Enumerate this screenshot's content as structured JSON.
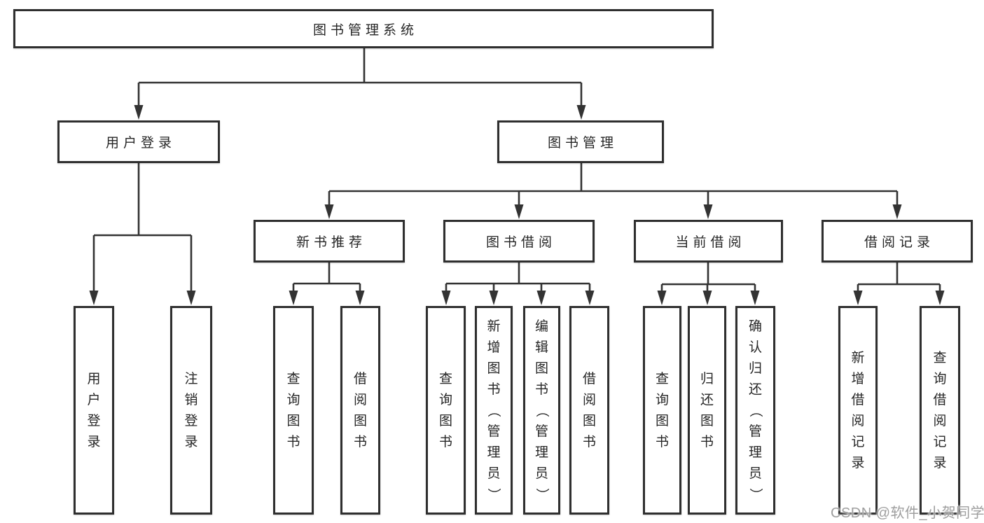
{
  "page": {
    "background": "#ffffff"
  },
  "style": {
    "line_color": "#333333",
    "border_color": "#2f2f2f",
    "text_color": "#262626"
  },
  "watermark": {
    "text": "CSDN @软件_小贺同学",
    "color": "#9e9e9e"
  },
  "tree": {
    "root": {
      "label": "图书管理系统"
    },
    "branches": [
      {
        "label": "用户登录",
        "children": [
          {
            "label": "用户登录"
          },
          {
            "label": "注销登录"
          }
        ]
      },
      {
        "label": "图书管理",
        "children": [
          {
            "label": "新书推荐",
            "children": [
              {
                "label": "查询图书"
              },
              {
                "label": "借阅图书"
              }
            ]
          },
          {
            "label": "图书借阅",
            "children": [
              {
                "label": "查询图书"
              },
              {
                "label": "新增图书（管理员）"
              },
              {
                "label": "编辑图书（管理员）"
              },
              {
                "label": "借阅图书"
              }
            ]
          },
          {
            "label": "当前借阅",
            "children": [
              {
                "label": "查询图书"
              },
              {
                "label": "归还图书"
              },
              {
                "label": "确认归还（管理员）"
              }
            ]
          },
          {
            "label": "借阅记录",
            "children": [
              {
                "label": "新增借阅记录"
              },
              {
                "label": "查询借阅记录"
              }
            ]
          }
        ]
      }
    ]
  }
}
